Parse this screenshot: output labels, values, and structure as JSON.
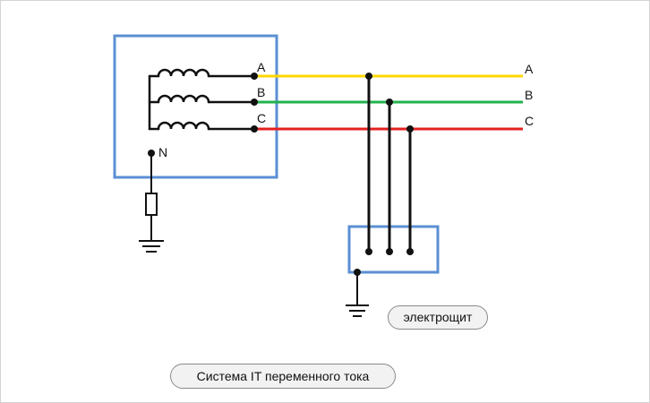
{
  "diagram": {
    "generator_phase_labels": [
      "A",
      "B",
      "C"
    ],
    "neutral_label": "N",
    "line_phase_labels": [
      "A",
      "B",
      "C"
    ],
    "panel_label": "электрощит",
    "caption": "Система IT переменного тока"
  },
  "colors": {
    "box_border": "#5b8fd3",
    "phase_a": "#ffd700",
    "phase_b": "#22b24c",
    "phase_c": "#e52020",
    "wire": "#111111"
  }
}
